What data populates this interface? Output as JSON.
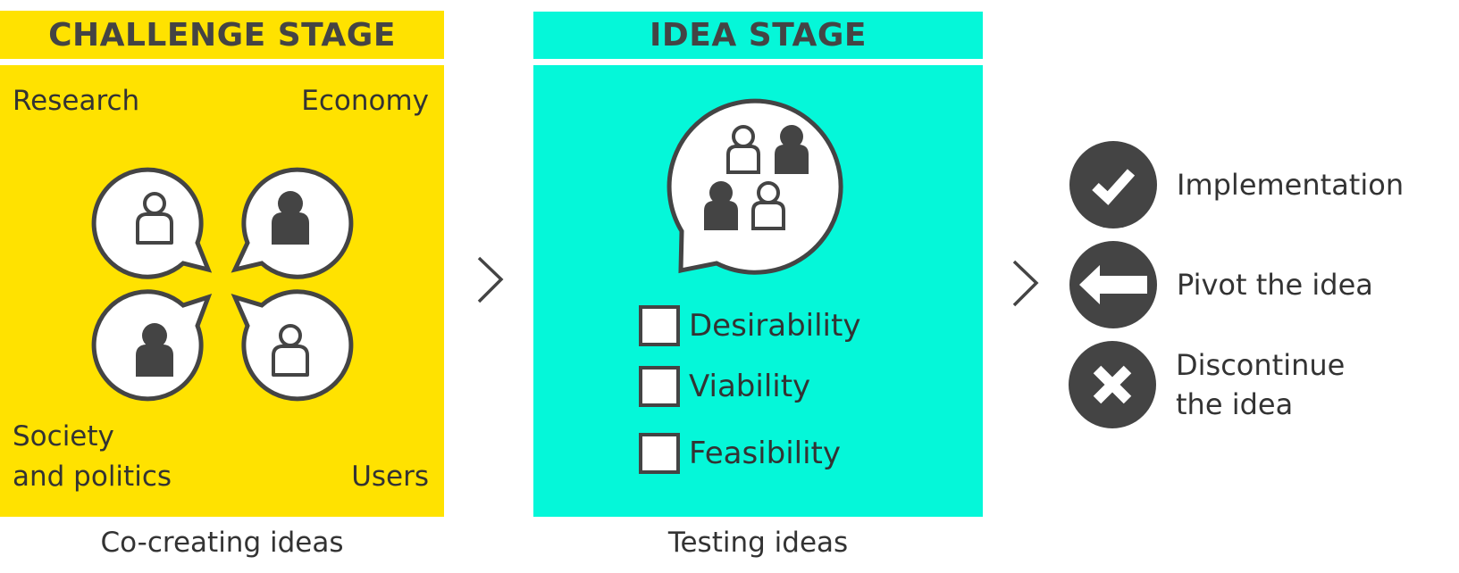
{
  "colors": {
    "challenge_bg": "#FFE200",
    "idea_bg": "#05F7D9",
    "ink": "#444444",
    "text": "#333333",
    "bubble_fill": "#FFFFFF"
  },
  "challenge_stage": {
    "title": "CHALLENGE STAGE",
    "corners": {
      "top_left": "Research",
      "top_right": "Economy",
      "bottom_left_line1": "Society",
      "bottom_left_line2": "and politics",
      "bottom_right": "Users"
    },
    "bubbles": [
      {
        "position": "top-left",
        "person": "outline"
      },
      {
        "position": "top-right",
        "person": "filled"
      },
      {
        "position": "bottom-left",
        "person": "filled"
      },
      {
        "position": "bottom-right",
        "person": "outline"
      }
    ],
    "caption": "Co-creating ideas"
  },
  "arrows": [
    {
      "icon": "chevron-right-icon"
    },
    {
      "icon": "chevron-right-icon"
    }
  ],
  "idea_stage": {
    "title": "IDEA STAGE",
    "group_bubble_people": [
      "outline",
      "filled",
      "filled",
      "outline"
    ],
    "checklist": [
      {
        "label": "Desirability",
        "checked": false
      },
      {
        "label": "Viability",
        "checked": false
      },
      {
        "label": "Feasibility",
        "checked": false
      }
    ],
    "caption": "Testing ideas"
  },
  "outcomes": [
    {
      "icon": "checkmark-icon",
      "label": "Implementation"
    },
    {
      "icon": "arrow-left-icon",
      "label": "Pivot the idea"
    },
    {
      "icon": "x-mark-icon",
      "label": "Discontinue\nthe idea"
    }
  ]
}
